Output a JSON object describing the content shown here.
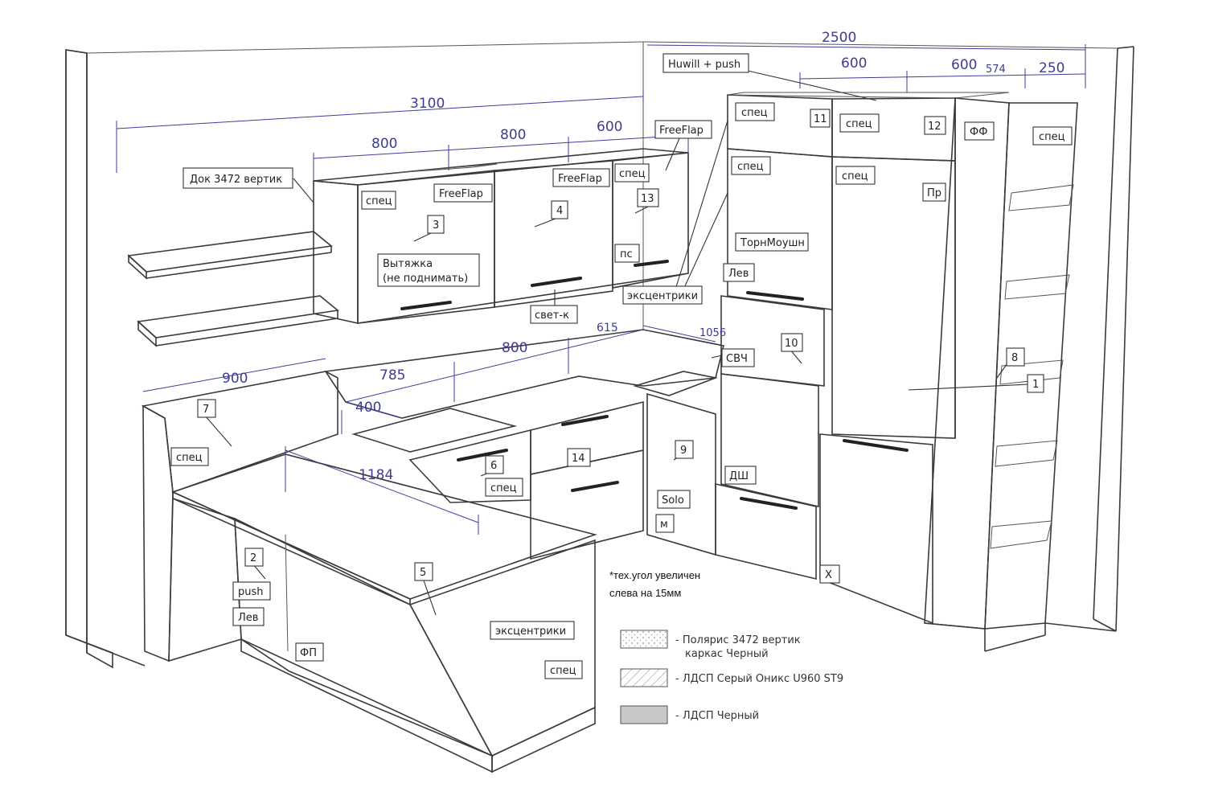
{
  "dimensions": {
    "d2500": "2500",
    "d3100": "3100",
    "d800a": "800",
    "d800b": "800",
    "d600a": "600",
    "d600b": "600",
    "d600c": "600",
    "d574": "574",
    "d250": "250",
    "d900": "900",
    "d785": "785",
    "d800c": "800",
    "d615": "615",
    "d1056": "1056",
    "d400": "400",
    "d1184": "1184"
  },
  "labels": {
    "dok": "Док 3472 вертик",
    "huwill": "Huwill + push",
    "freeflap1": "FreeFlap",
    "freeflap2": "FreeFlap",
    "freeflap3": "FreeFlap",
    "spec_w1": "спец",
    "n3": "3",
    "n4": "4",
    "n13": "13",
    "spec_w13": "спец",
    "ps": "пс",
    "vytyazhka1": "Вытяжка",
    "vytyazhka2": "(не поднимать)",
    "svetik": "свет-к",
    "ekscentriki1": "эксцентрики",
    "spec11": "спец",
    "n11": "11",
    "spec12": "спец",
    "n12": "12",
    "ff": "ФФ",
    "spec_col": "спец",
    "spec_tall1": "спец",
    "spec_tall2": "спец",
    "pr": "Пр",
    "tornmoushn": "ТорнМоушн",
    "lev1": "Лев",
    "n10": "10",
    "svch": "СВЧ",
    "n8": "8",
    "n1": "1",
    "dsh": "ДШ",
    "x": "Х",
    "n7": "7",
    "spec7": "спец",
    "n6": "6",
    "spec6": "спец",
    "n14": "14",
    "n9": "9",
    "solo": "Solo",
    "m": "м",
    "n2": "2",
    "push": "push",
    "lev2": "Лев",
    "n5": "5",
    "fp": "ФП",
    "ekscentriki2": "эксцентрики",
    "spec_isl": "спец"
  },
  "note": {
    "line1": "*тех.угол увеличен",
    "line2": "слева на 15мм"
  },
  "legend": [
    {
      "text1": "- Полярис 3472 вертик",
      "text2": "каркас Черный"
    },
    {
      "text1": "- ЛДСП Серый Оникс U960 ST9",
      "text2": ""
    },
    {
      "text1": "- ЛДСП Черный",
      "text2": ""
    }
  ],
  "colors": {
    "black_ldsp": "#c8c8c8",
    "dots": "#9a9a9a",
    "hatch": "#8a8a8a",
    "dimension": "#3d3d9a"
  }
}
